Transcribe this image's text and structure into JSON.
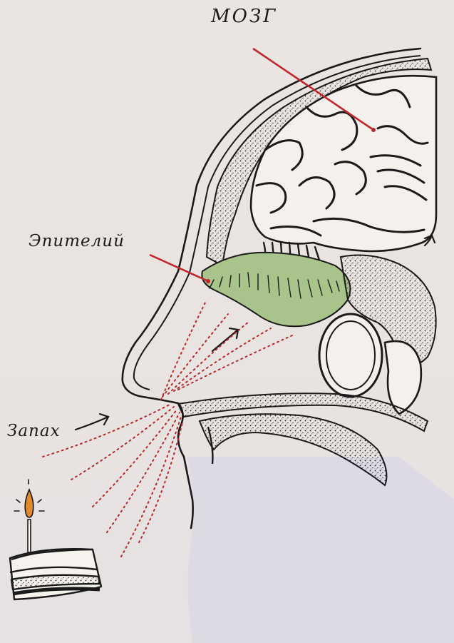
{
  "labels": {
    "brain": "МОЗГ",
    "epithelium": "Эпителий",
    "smell": "Запах"
  },
  "colors": {
    "background": "#ebe5e2",
    "ink": "#1a1a1a",
    "pointer_line": "#c0262b",
    "scent_dots": "#b52a2a",
    "epithelium_fill": "#a9c48b",
    "shadow": "#dcd9e6",
    "flame": "#e08a2c"
  }
}
